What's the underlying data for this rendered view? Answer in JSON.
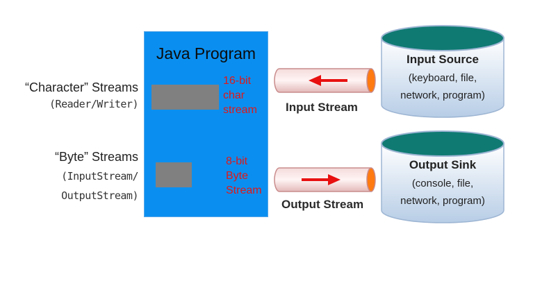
{
  "left_labels": {
    "character": {
      "title": "“Character” Streams",
      "sub": "(Reader/Writer)"
    },
    "byte": {
      "title": "“Byte” Streams",
      "sub_lines": [
        "(InputStream/",
        "OutputStream)"
      ]
    }
  },
  "java_program": {
    "title": "Java Program",
    "char_stream_lines": [
      "16-bit",
      "char",
      "stream"
    ],
    "byte_stream_lines": [
      "8-bit",
      "Byte",
      "Stream"
    ]
  },
  "streams": {
    "input": {
      "label": "Input Stream",
      "arrow": "left"
    },
    "output": {
      "label": "Output Stream",
      "arrow": "right"
    }
  },
  "cylinders": {
    "source": {
      "title": "Input Source",
      "lines": [
        "(keyboard, file,",
        "network, program)"
      ]
    },
    "sink": {
      "title": "Output Sink",
      "lines": [
        "(console, file,",
        "network, program)"
      ]
    }
  },
  "colors": {
    "java_box": "#0a8ff0",
    "highlight_text": "#e01818",
    "cylinder_top": "#0f7a72",
    "pipe_end": "#ff7a10",
    "arrow": "#e81010"
  }
}
